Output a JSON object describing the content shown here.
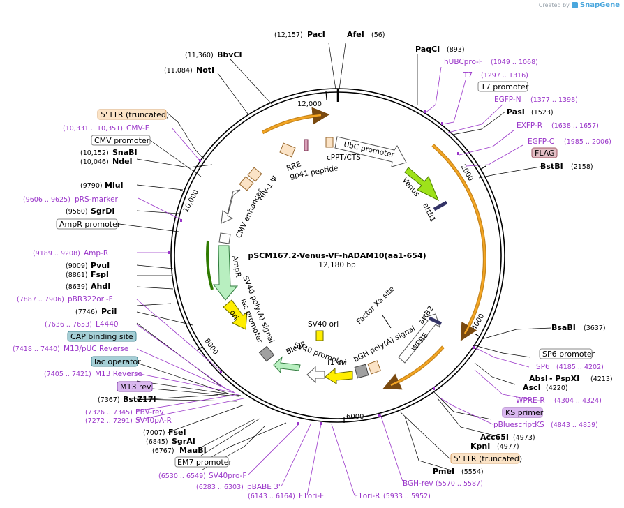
{
  "brand": {
    "created_by": "Created by",
    "name": "SnapGene"
  },
  "plasmid": {
    "name": "pSCM167.2-Venus-VF-hADAM10(aa1-654)",
    "length": "12,180 bp"
  },
  "ticks": [
    "2000",
    "4000",
    "6000",
    "8000",
    "10,000",
    "12,000"
  ],
  "enzymes": [
    {
      "name": "PacI",
      "pos": "(12,157)"
    },
    {
      "name": "AfeI",
      "pos": "(56)"
    },
    {
      "name": "PaqCI",
      "pos": "(893)"
    },
    {
      "name": "BbvCI",
      "pos": "(11,360)"
    },
    {
      "name": "NotI",
      "pos": "(11,084)"
    },
    {
      "name": "PasI",
      "pos": "(1523)"
    },
    {
      "name": "BstBI",
      "pos": "(2158)"
    },
    {
      "name": "SnaBI",
      "pos": "(10,152)"
    },
    {
      "name": "NdeI",
      "pos": "(10,046)"
    },
    {
      "name": "MluI",
      "pos": "(9790)"
    },
    {
      "name": "SgrDI",
      "pos": "(9560)"
    },
    {
      "name": "PvuI",
      "pos": "(9009)"
    },
    {
      "name": "FspI",
      "pos": "(8861)"
    },
    {
      "name": "AhdI",
      "pos": "(8639)"
    },
    {
      "name": "PciI",
      "pos": "(7746)"
    },
    {
      "name": "BstZ17I",
      "pos": "(7367)"
    },
    {
      "name": "BsaBI",
      "pos": "(3637)"
    },
    {
      "name": "AbsI",
      "pos": ""
    },
    {
      "name": "- PspXI",
      "pos": "(4213)"
    },
    {
      "name": "AscI",
      "pos": "(4220)"
    },
    {
      "name": "Acc65I",
      "pos": "(4973)"
    },
    {
      "name": "KpnI",
      "pos": "(4977)"
    },
    {
      "name": "PmeI",
      "pos": "(5554)"
    },
    {
      "name": "FseI",
      "pos": "(7007)"
    },
    {
      "name": "SgrAI",
      "pos": "(6845)"
    },
    {
      "name": "MauBI",
      "pos": "(6767)"
    }
  ],
  "primers": [
    {
      "name": "hUBCpro-F",
      "range": "(1049 .. 1068)"
    },
    {
      "name": "T7",
      "range": "(1297 .. 1316)"
    },
    {
      "name": "EGFP-N",
      "range": "(1377 .. 1398)"
    },
    {
      "name": "EXFP-R",
      "range": "(1638 .. 1657)"
    },
    {
      "name": "EGFP-C",
      "range": "(1985 .. 2006)"
    },
    {
      "name": "CMV-F",
      "range": "(10,331 .. 10,351)"
    },
    {
      "name": "pRS-marker",
      "range": "(9606 .. 9625)"
    },
    {
      "name": "Amp-R",
      "range": "(9189 .. 9208)"
    },
    {
      "name": "pBR322ori-F",
      "range": "(7887 .. 7906)"
    },
    {
      "name": "L4440",
      "range": "(7636 .. 7653)"
    },
    {
      "name": "M13/pUC Reverse",
      "range": "(7418 .. 7440)"
    },
    {
      "name": "M13 Reverse",
      "range": "(7405 .. 7421)"
    },
    {
      "name": "EBV-rev",
      "range": "(7326 .. 7345)"
    },
    {
      "name": "SV40pA-R",
      "range": "(7272 .. 7291)"
    },
    {
      "name": "SV40pro-F",
      "range": "(6530 .. 6549)"
    },
    {
      "name": "pBABE 3'",
      "range": "(6283 .. 6303)"
    },
    {
      "name": "F1ori-F",
      "range": "(6143 .. 6164)"
    },
    {
      "name": "F1ori-R",
      "range": "(5933 .. 5952)"
    },
    {
      "name": "BGH-rev",
      "range": "(5570 .. 5587)"
    },
    {
      "name": "SP6",
      "range": "(4185 .. 4202)"
    },
    {
      "name": "WPRE-R",
      "range": "(4304 .. 4324)"
    },
    {
      "name": "pBluescriptKS",
      "range": "(4843 .. 4859)"
    }
  ],
  "boxed": [
    {
      "name": "5' LTR (truncated)",
      "kind": "ltr"
    },
    {
      "name": "CMV promoter",
      "kind": "plain"
    },
    {
      "name": "AmpR promoter",
      "kind": "plain"
    },
    {
      "name": "CAP binding site",
      "kind": "cap"
    },
    {
      "name": "lac operator",
      "kind": "cap"
    },
    {
      "name": "M13 rev",
      "kind": "purple"
    },
    {
      "name": "EM7 promoter",
      "kind": "plain"
    },
    {
      "name": "T7 promoter",
      "kind": "plain"
    },
    {
      "name": "FLAG",
      "kind": "flag"
    },
    {
      "name": "SP6 promoter",
      "kind": "plain"
    },
    {
      "name": "KS primer",
      "kind": "purple"
    },
    {
      "name": "5' LTR (truncated)",
      "kind": "ltr"
    }
  ],
  "features": [
    "RRE",
    "gp41 peptide",
    "cPPT/CTS",
    "UbC promoter",
    "HIV-1 Ψ",
    "CMV enhancer",
    "Venus",
    "attB1",
    "AmpR",
    "ori",
    "SV40 poly(A) signal",
    "lac promoter",
    "SV40 ori",
    "Factor Xa site",
    "attB2",
    "WPRE",
    "bGH poly(A) signal",
    "f1 ori",
    "SV40 promoter",
    "BleoR"
  ],
  "colors": {
    "primer": "#9a36c9",
    "ltr_fill": "#fbe3c6",
    "ltr_stroke": "#d9a066",
    "cap_fill": "#a5cfd6",
    "purple_fill": "#d9b7ef",
    "flag_fill": "#e3bfc5",
    "arc_orange": "#f5a623",
    "venus_green": "#9ee21a",
    "amp_green": "#b8efc0",
    "ori_yellow": "#ffee00"
  }
}
